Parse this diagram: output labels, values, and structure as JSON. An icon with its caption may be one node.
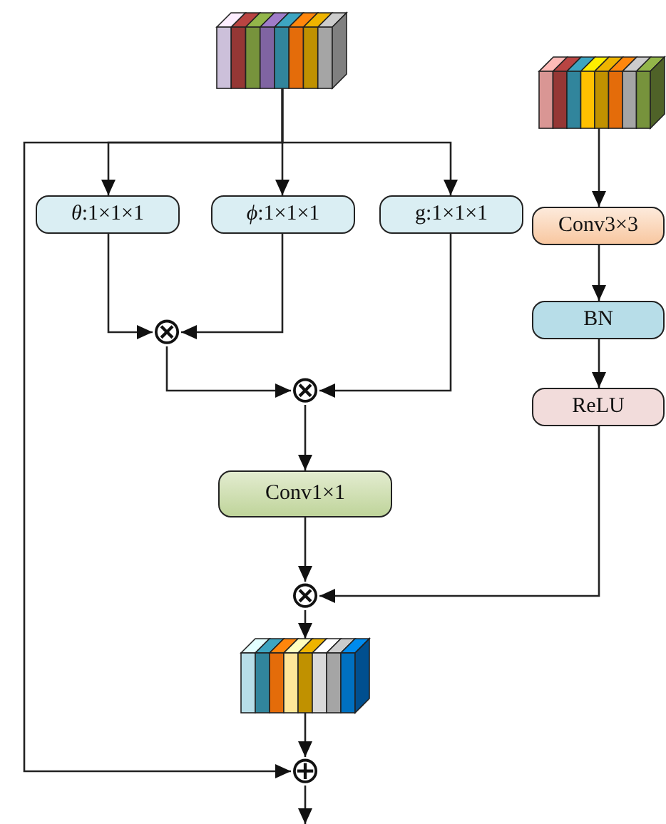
{
  "diagram": {
    "nodes": [
      {
        "text": [],
        "shape": "cuboid"
      },
      {
        "text": [
          "*θ*:1×1×1"
        ]
      },
      {
        "text": [
          "*ϕ*:1×1×1"
        ]
      },
      {
        "text": [
          "g:1×1×1"
        ]
      },
      {
        "text": [],
        "shape": "cuboid"
      },
      {
        "text": [
          "Conv3×3"
        ]
      },
      {
        "text": [
          "BN"
        ]
      },
      {
        "text": [
          "ReLU"
        ]
      },
      {
        "text": [
          "⊗"
        ]
      },
      {
        "text": [
          "⊗"
        ]
      },
      {
        "text": [
          "Conv1×1"
        ]
      },
      {
        "text": [
          "⊗"
        ]
      },
      {
        "text": [],
        "shape": "cuboid"
      },
      {
        "text": [
          "⊕"
        ]
      }
    ],
    "edges": [
      {
        "from": 0,
        "to": 1,
        "arrow": "to"
      },
      {
        "from": 0,
        "to": 2,
        "arrow": "to"
      },
      {
        "from": 0,
        "to": 3,
        "arrow": "to"
      },
      {
        "from": 0,
        "to": 13,
        "arrow": "to"
      },
      {
        "from": 1,
        "to": 8,
        "arrow": "to"
      },
      {
        "from": 2,
        "to": 8,
        "arrow": "to"
      },
      {
        "from": 8,
        "to": 9,
        "arrow": "to"
      },
      {
        "from": 3,
        "to": 9,
        "arrow": "to"
      },
      {
        "from": 9,
        "to": 10,
        "arrow": "to"
      },
      {
        "from": 10,
        "to": 11,
        "arrow": "to"
      },
      {
        "from": 4,
        "to": 5,
        "arrow": "to"
      },
      {
        "from": 5,
        "to": 6,
        "arrow": "to"
      },
      {
        "from": 6,
        "to": 7,
        "arrow": "to"
      },
      {
        "from": 7,
        "to": 11,
        "arrow": "to"
      },
      {
        "from": 11,
        "to": 12,
        "arrow": "to"
      },
      {
        "from": 12,
        "to": 13,
        "arrow": "to"
      },
      {
        "from": 13,
        "to": null,
        "arrow": "to"
      }
    ]
  }
}
